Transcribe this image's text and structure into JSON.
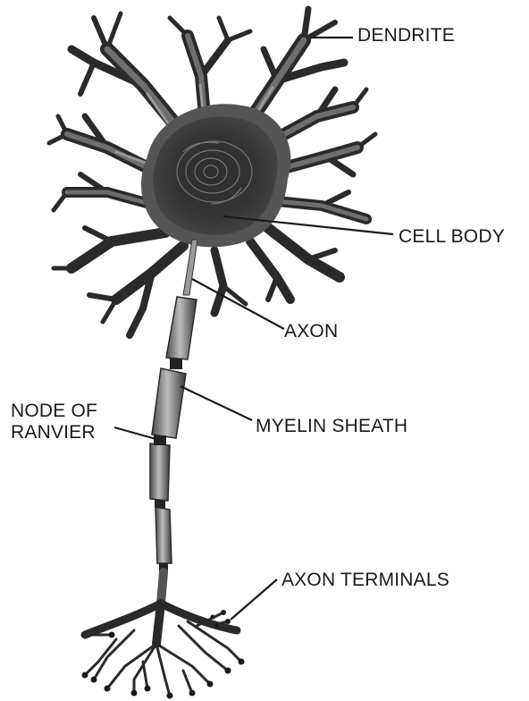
{
  "labels": {
    "dendrite": "DENDRITE",
    "cell_body": "CELL BODY",
    "axon": "AXON",
    "node_of_ranvier_line1": "NODE OF",
    "node_of_ranvier_line2": "RANVIER",
    "myelin_sheath": "MYELIN SHEATH",
    "axon_terminals": "AXON TERMINALS"
  },
  "colors": {
    "line": "#1a1a1a",
    "membrane_dark": "#262626",
    "membrane_mid": "#555555",
    "membrane_light": "#8a8a8a",
    "myelin_light": "#bdbdbd",
    "myelin_dark": "#4d4d4d",
    "text": "#1a1a1a"
  }
}
